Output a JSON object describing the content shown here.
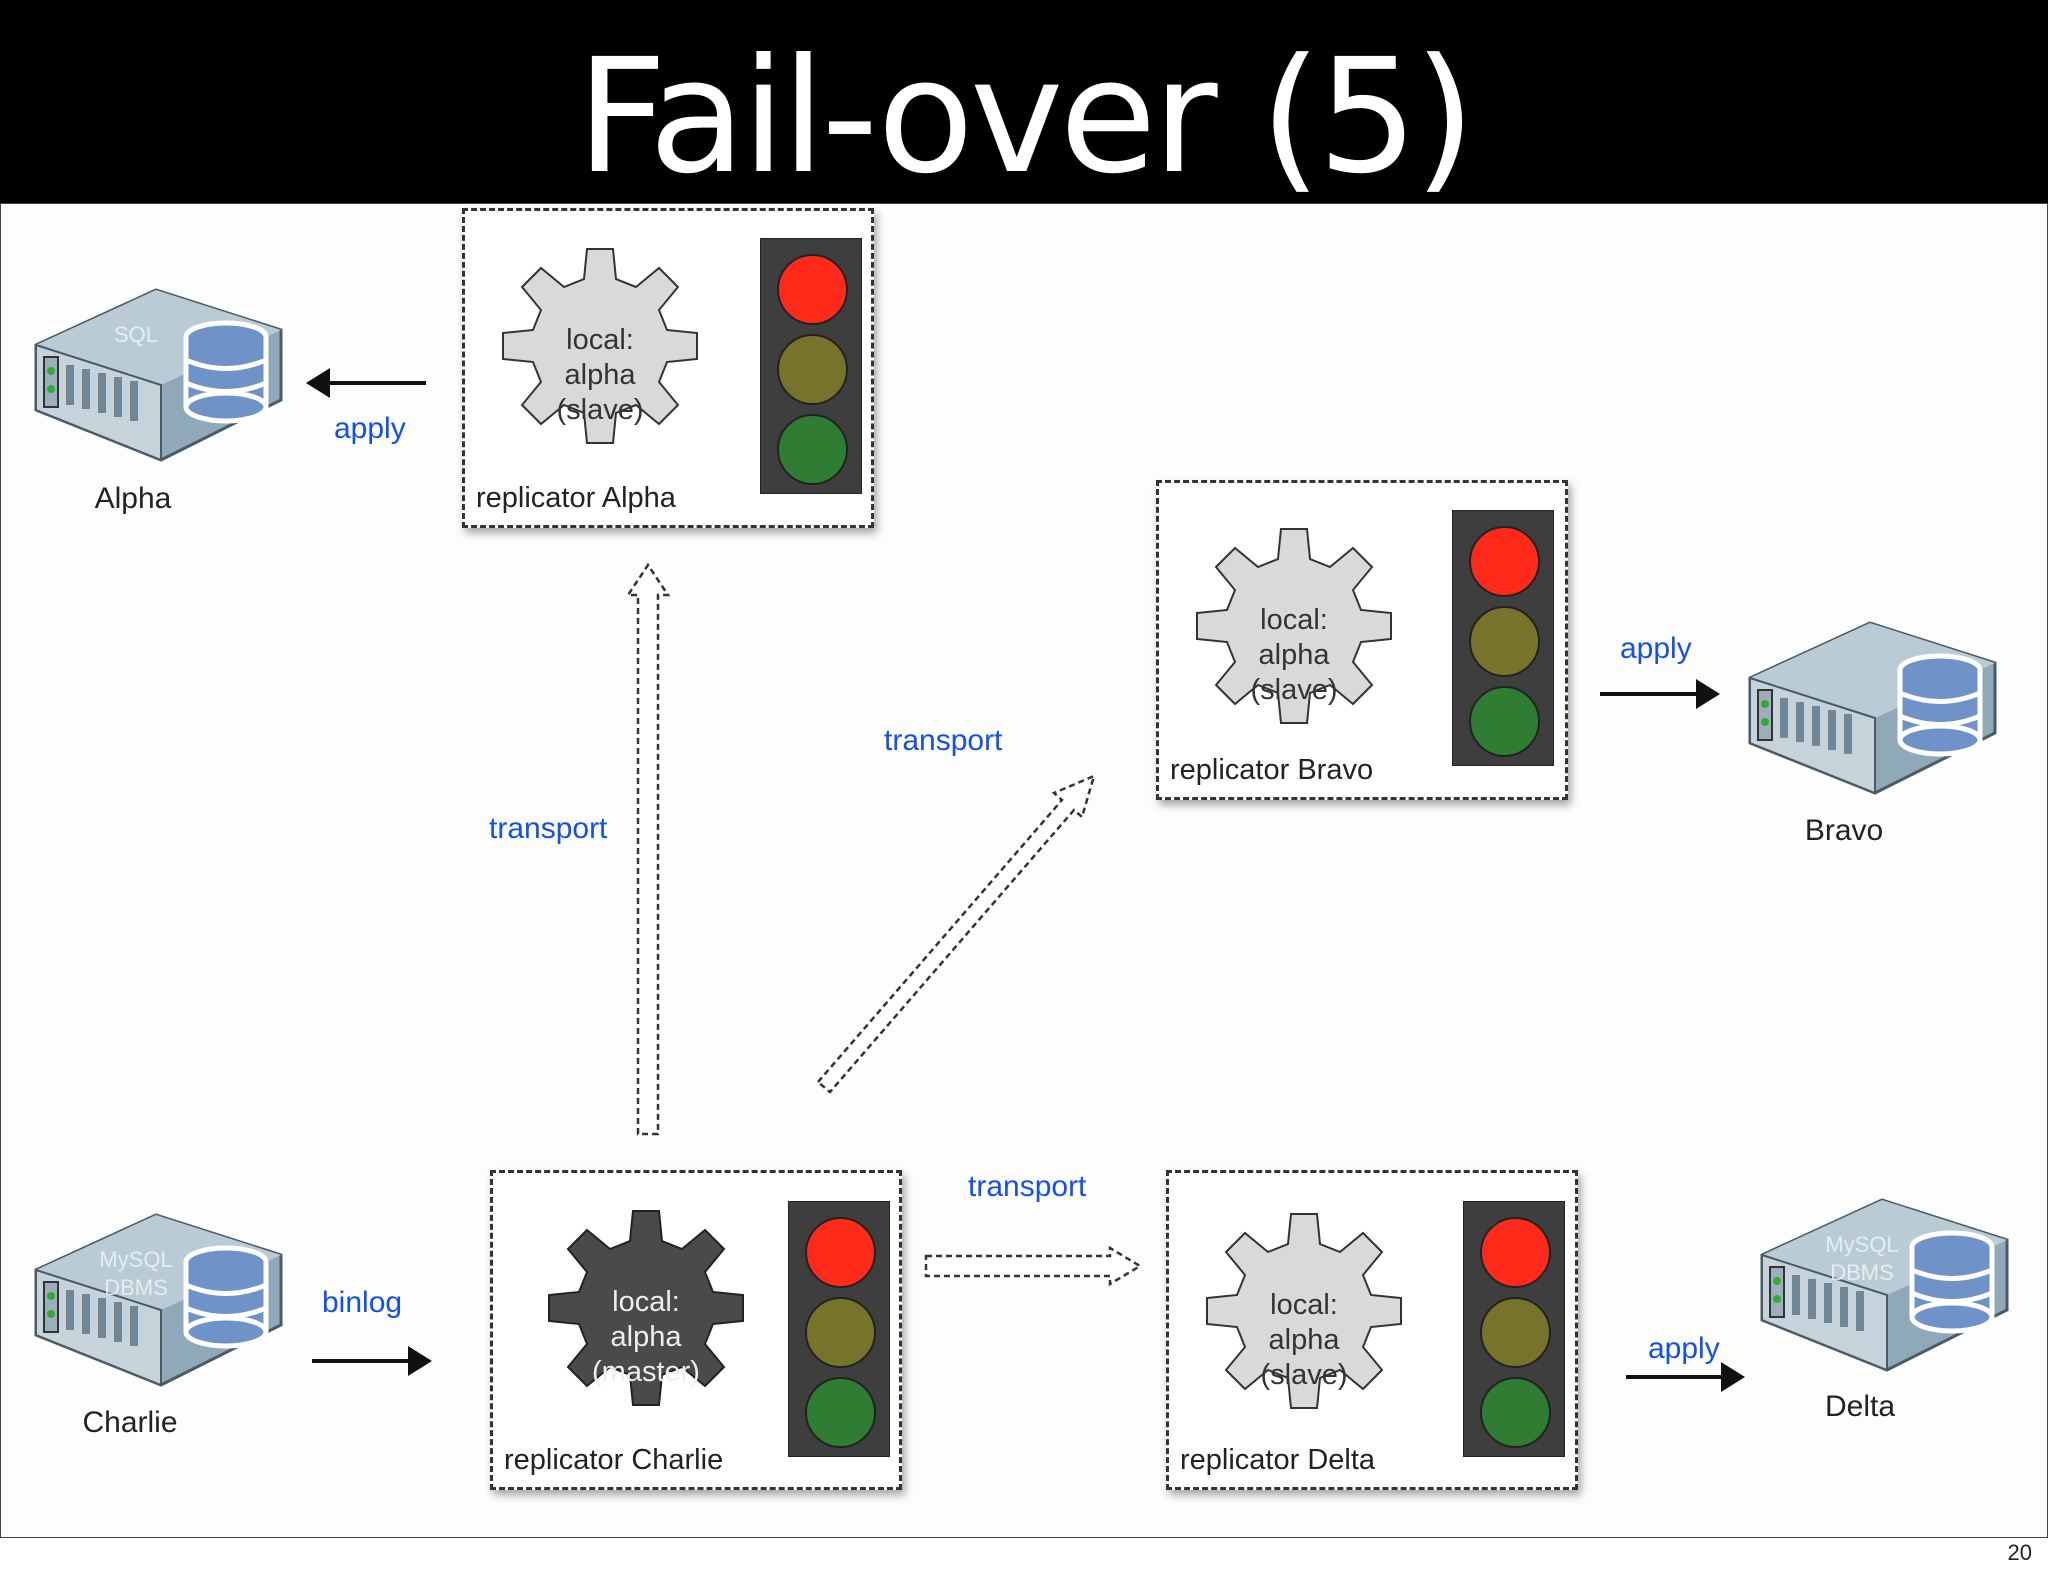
{
  "title": "Fail-over (5)",
  "page_number": "20",
  "replicators": {
    "alpha": {
      "label": "replicator Alpha",
      "gear": [
        "local:",
        "alpha",
        "(slave)"
      ]
    },
    "bravo": {
      "label": "replicator Bravo",
      "gear": [
        "local:",
        "alpha",
        "(slave)"
      ]
    },
    "charlie": {
      "label": "replicator Charlie",
      "gear": [
        "local:",
        "alpha",
        "(master)"
      ]
    },
    "delta": {
      "label": "replicator Delta",
      "gear": [
        "local:",
        "alpha",
        "(slave)"
      ]
    }
  },
  "servers": {
    "alpha": {
      "name": "Alpha",
      "overlay": [
        "",
        "SQL"
      ]
    },
    "bravo": {
      "name": "Bravo",
      "overlay": [
        "",
        ""
      ]
    },
    "charlie": {
      "name": "Charlie",
      "overlay": [
        "MySQL",
        "DBMS"
      ]
    },
    "delta": {
      "name": "Delta",
      "overlay": [
        "MySQL",
        "DBMS"
      ]
    }
  },
  "flows": {
    "apply_alpha": "apply",
    "apply_bravo": "apply",
    "apply_delta": "apply",
    "binlog": "binlog",
    "transport_alpha": "transport",
    "transport_bravo": "transport",
    "transport_delta": "transport"
  },
  "colors": {
    "flow_label": "#1450e6",
    "lamp_red": "#ff2a1a",
    "lamp_yellow": "#77732a",
    "lamp_green": "#2e7d32",
    "gear_slave": "#d9d9d9",
    "gear_master": "#4a4a4a"
  }
}
